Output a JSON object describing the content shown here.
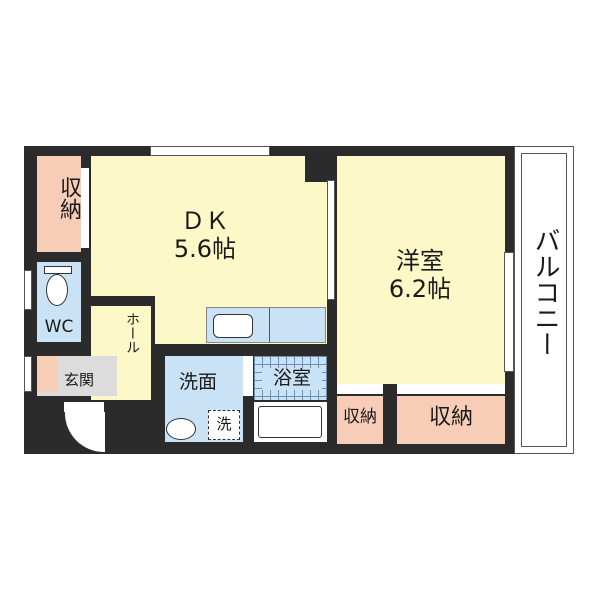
{
  "floorplan": {
    "rooms": {
      "dk": {
        "name": "ＤＫ",
        "size": "5.6帖"
      },
      "western": {
        "name": "洋室",
        "size": "6.2帖"
      },
      "storage_left": {
        "name": "収納"
      },
      "wc": {
        "name": "WC"
      },
      "hall": {
        "name": "ホール"
      },
      "entrance": {
        "name": "玄関"
      },
      "washroom": {
        "name": "洗面"
      },
      "washer": {
        "name": "洗"
      },
      "bath": {
        "name": "浴室"
      },
      "storage_small": {
        "name": "収納"
      },
      "storage_large": {
        "name": "収納"
      },
      "balcony": {
        "name": "バルコニー"
      }
    },
    "colors": {
      "wall": "#2b2b2b",
      "room_yellow": "#fdf8c8",
      "storage_pink": "#f8cdb8",
      "wet_blue": "#c9e2f5",
      "entrance_gray": "#dcdcdc"
    }
  }
}
